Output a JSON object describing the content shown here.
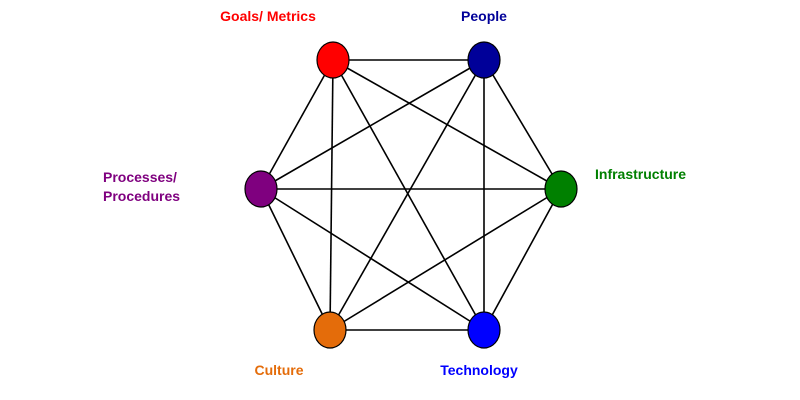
{
  "diagram": {
    "nodes": [
      {
        "id": "goals",
        "label": "Goals/ Metrics",
        "color": "#ff0000"
      },
      {
        "id": "people",
        "label": "People",
        "color": "#000099"
      },
      {
        "id": "infrastructure",
        "label": "Infrastructure",
        "color": "#008000"
      },
      {
        "id": "technology",
        "label": "Technology",
        "color": "#0000ff"
      },
      {
        "id": "culture",
        "label": "Culture",
        "color": "#e46c0a"
      },
      {
        "id": "processes",
        "label_line1": "Processes/",
        "label_line2": "Procedures",
        "color": "#7f007f"
      }
    ],
    "edge_color": "#000000",
    "fully_connected": true
  }
}
